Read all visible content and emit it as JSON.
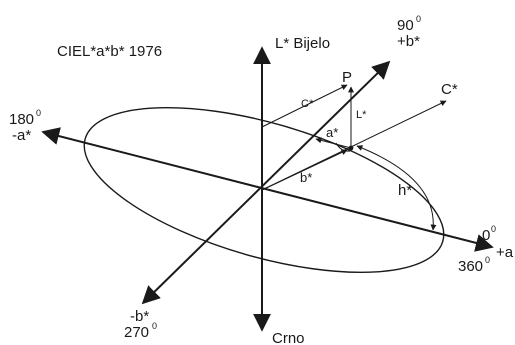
{
  "title": "CIEL*a*b* 1976",
  "axes": {
    "L_top": "L* Bijelo",
    "L_bottom": "Crno",
    "plus_b_angle": "90",
    "plus_b_label": "+b*",
    "minus_a_angle": "180",
    "minus_a_label": "-a*",
    "minus_b_label": "-b*",
    "minus_b_angle": "270",
    "plus_a_angle_0": "0",
    "plus_a_angle_360": "360",
    "plus_a_label": "+a",
    "degree_mark": "0"
  },
  "point_label": "P",
  "vector_labels": {
    "C_star_upper": "C*",
    "C_star_right": "C*",
    "L_star": "L*",
    "a_star": "a*",
    "b_star": "b*",
    "h_star": "h*"
  }
}
